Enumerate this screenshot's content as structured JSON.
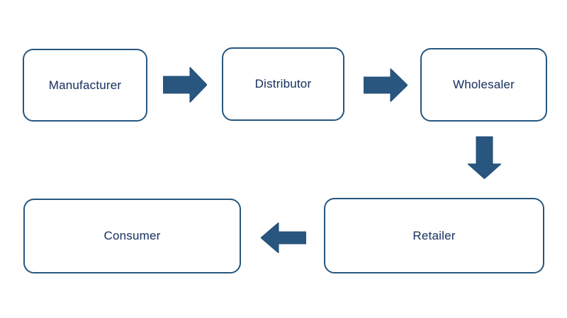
{
  "diagram": {
    "type": "flowchart",
    "background": "#ffffff",
    "nodes": [
      {
        "id": "manufacturer",
        "label": "Manufacturer"
      },
      {
        "id": "distributor",
        "label": "Distributor"
      },
      {
        "id": "wholesaler",
        "label": "Wholesaler"
      },
      {
        "id": "retailer",
        "label": "Retailer"
      },
      {
        "id": "consumer",
        "label": "Consumer"
      }
    ],
    "edges": [
      {
        "from": "Manufacturer",
        "to": "Distributor",
        "direction": "right"
      },
      {
        "from": "Distributor",
        "to": "Wholesaler",
        "direction": "right"
      },
      {
        "from": "Wholesaler",
        "to": "Retailer",
        "direction": "down"
      },
      {
        "from": "Retailer",
        "to": "Consumer",
        "direction": "left"
      }
    ],
    "colors": {
      "box_border": "#26567e",
      "box_fill": "#ffffff",
      "label_text": "#203864",
      "arrow_fill": "#29567f",
      "arrow_edge": "#1f4e79"
    }
  }
}
